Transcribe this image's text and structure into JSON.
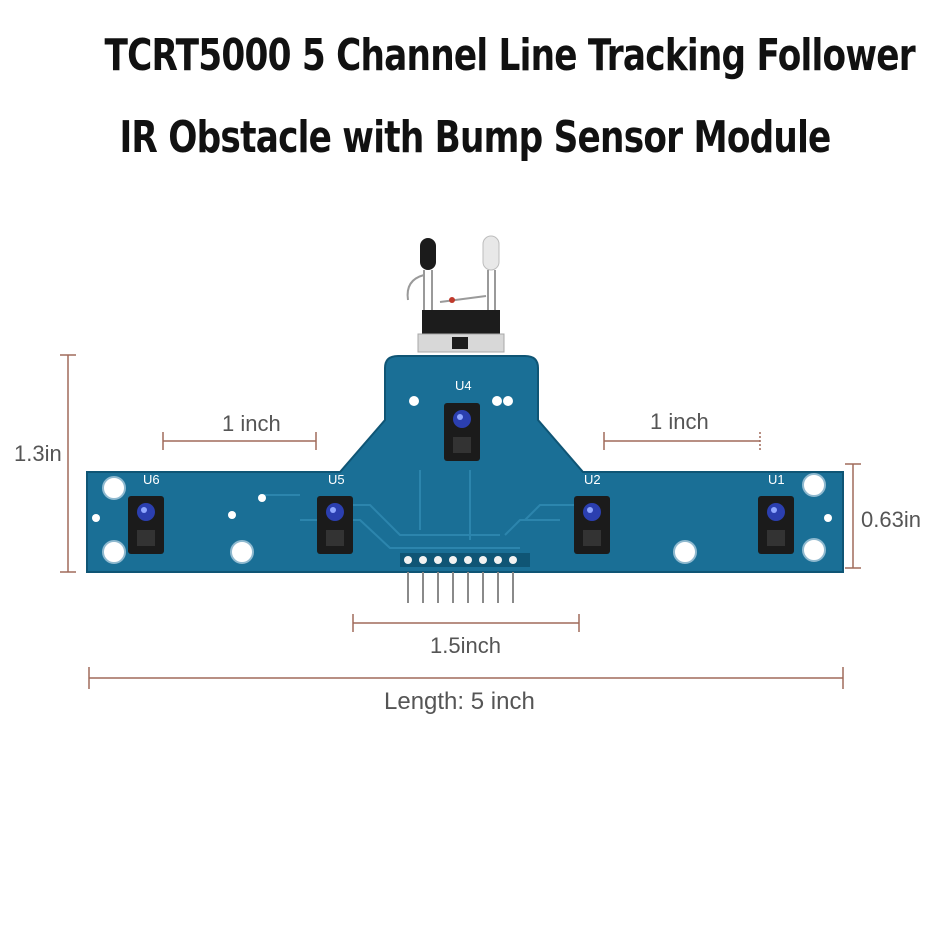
{
  "title": {
    "line1": "TCRT5000 5 Channel Line Tracking Follower",
    "line2": "IR Obstacle with Bump Sensor Module"
  },
  "dimensions": {
    "height_total": "1.3in",
    "sensor_spacing_left": "1 inch",
    "sensor_spacing_right": "1 inch",
    "board_height": "0.63in",
    "header_width": "1.5inch",
    "length": "Length: 5 inch"
  },
  "sensors": [
    "U6",
    "U5",
    "U4",
    "U2",
    "U1"
  ],
  "colors": {
    "pcb": "#1a6f96",
    "pcb_edge": "#0f5575",
    "dimension_line": "#a06a5a",
    "sensor_lens": "#2b3fb0"
  }
}
